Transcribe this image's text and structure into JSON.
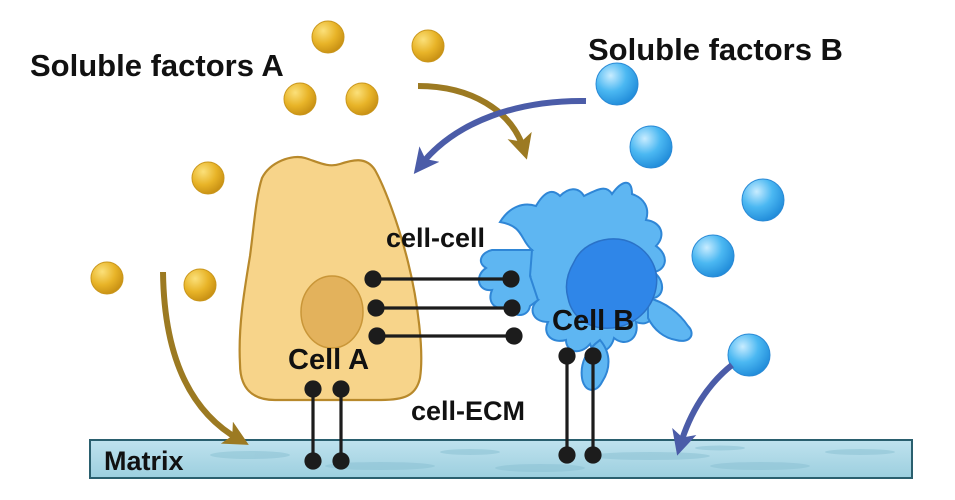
{
  "labels": {
    "soluble_a": "Soluble factors A",
    "soluble_b": "Soluble factors B",
    "cell_cell": "cell-cell",
    "cell_a": "Cell A",
    "cell_b": "Cell B",
    "cell_ecm": "cell-ECM",
    "matrix": "Matrix"
  },
  "colors": {
    "cell_a_fill": "#f7d48a",
    "cell_a_outline": "#b8892b",
    "nucleus_a": "#e3b25c",
    "cell_b_fill": "#5eb6f2",
    "cell_b_outline": "#2f86d6",
    "nucleus_b": "#2f86e8",
    "factor_a": "#e8b428",
    "factor_b": "#4bb8f2",
    "arrow_a": "#9c7a22",
    "arrow_b": "#4b5ca8",
    "matrix_fill": "#a8d4e2",
    "matrix_outline": "#2a5f6e",
    "connector": "#1c1c1c"
  }
}
